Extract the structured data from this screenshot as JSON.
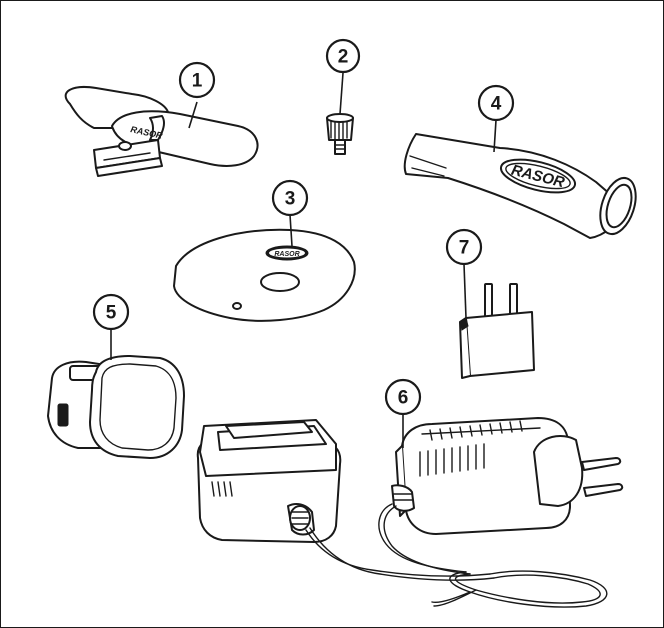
{
  "callouts": [
    {
      "number": "1",
      "part": "key"
    },
    {
      "number": "2",
      "part": "screw"
    },
    {
      "number": "3",
      "part": "cover-disc"
    },
    {
      "number": "4",
      "part": "tube"
    },
    {
      "number": "5",
      "part": "battery"
    },
    {
      "number": "6",
      "part": "charger"
    },
    {
      "number": "7",
      "part": "plug-adapter"
    }
  ],
  "brand": "RASOR"
}
